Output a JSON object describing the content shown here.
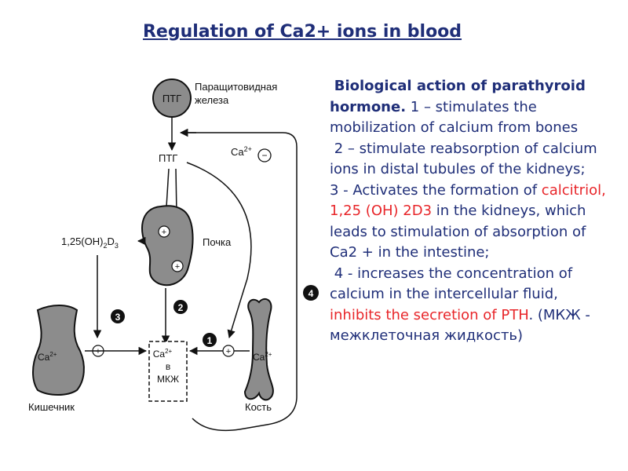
{
  "title": "Regulation of Ca2+ ions in blood",
  "diagram": {
    "ptg_top": "ПТГ",
    "gland_label_1": "Паращитовидная",
    "gland_label_2": "железа",
    "ca_label": "Ca",
    "ca_sup": "2+",
    "minus": "−",
    "ptg_mid": "ПТГ",
    "plus": "+",
    "calcitriol": "1,25(OH)",
    "calcitriol_sub": "2",
    "calcitriol_d": "D",
    "calcitriol_sub2": "3",
    "kidney_label": "Почка",
    "num_1": "1",
    "num_2": "2",
    "num_3": "3",
    "num_4": "4",
    "box_line1": "Ca",
    "box_sup": "2+",
    "box_line2": "в",
    "box_line3": "МКЖ",
    "intestine_label": "Кишечник",
    "bone_label": "Кость"
  },
  "text": {
    "p1_bold": "Biological action of parathyroid hormone.",
    "p1_rest": " 1 – stimulates the mobilization of calcium from bones",
    "p2": "2 – stimulate reabsorption of calcium ions in  distal tubules of the kidneys;",
    "p3_a": "3 - Activates the formation of ",
    "p3_red": "calcitriol, 1,25 (OH) 2D3",
    "p3_b": " in the kidneys, which leads to stimulation of absorption of Ca2 + in the intestine;",
    "p4_a": "4 - increases the concentration of calcium in the intercellular fluid, ",
    "p4_red": "inhibits the secretion of PTH",
    "p4_b": ". (МКЖ - межклеточная жидкость)"
  },
  "colors": {
    "title": "#1f2e78",
    "body_text": "#1f2e78",
    "highlight": "#e8262a"
  }
}
